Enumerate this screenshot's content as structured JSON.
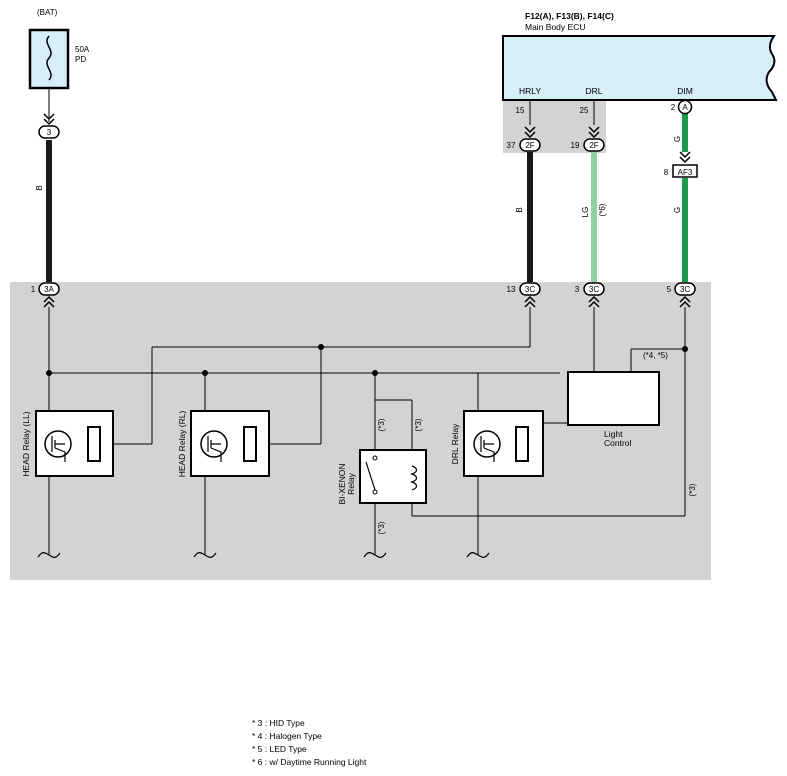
{
  "power": {
    "bat": "(BAT)",
    "fuse_rating": "50A",
    "fuse_name": "PD",
    "pin": "3"
  },
  "ecu": {
    "connectors": "F12(A), F13(B), F14(C)",
    "name": "Main Body ECU",
    "hrly": {
      "label": "HRLY",
      "pin": "15",
      "conn_pin": "37",
      "conn": "2F"
    },
    "drl": {
      "label": "DRL",
      "pin": "25",
      "conn_pin": "19",
      "conn": "2F"
    },
    "dim": {
      "label": "DIM",
      "pin": "2",
      "conn": "A"
    }
  },
  "wires": {
    "bat_color": "B",
    "hrly_color": "B",
    "drl_color": "LG",
    "dim_color_top": "G",
    "dim_color_bottom": "G",
    "drl_note": "(*6)"
  },
  "af3": {
    "pin": "8",
    "label": "AF3"
  },
  "relay_block": {
    "pin1": "1",
    "conn1": "3A",
    "pin13": "13",
    "conn13": "3C",
    "pin3": "3",
    "conn3": "3C",
    "pin5": "5",
    "conn5": "3C",
    "head_ll": "HEAD Relay (LL)",
    "head_rl": "HEAD Relay (RL)",
    "bixenon_1": "BI-XENON",
    "bixenon_2": "Relay",
    "drl_relay": "DRL Relay",
    "light_control_1": "Light",
    "light_control_2": "Control",
    "note_45": "(*4, *5)",
    "note_3a": "(*3)",
    "note_3b": "(*3)",
    "note_3c": "(*3)",
    "note_3d": "(*3)"
  },
  "legend": [
    "* 3 : HID Type",
    "* 4 : Halogen Type",
    "* 5 : LED Type",
    "* 6 : w/ Daytime Running Light"
  ],
  "colors": {
    "black_wire": "#1a1a1a",
    "lg_wire": "#8fd1a4",
    "g_wire": "#1f9a4c",
    "ecu_fill": "#d6eef8",
    "block_fill": "#d3d3d3"
  }
}
